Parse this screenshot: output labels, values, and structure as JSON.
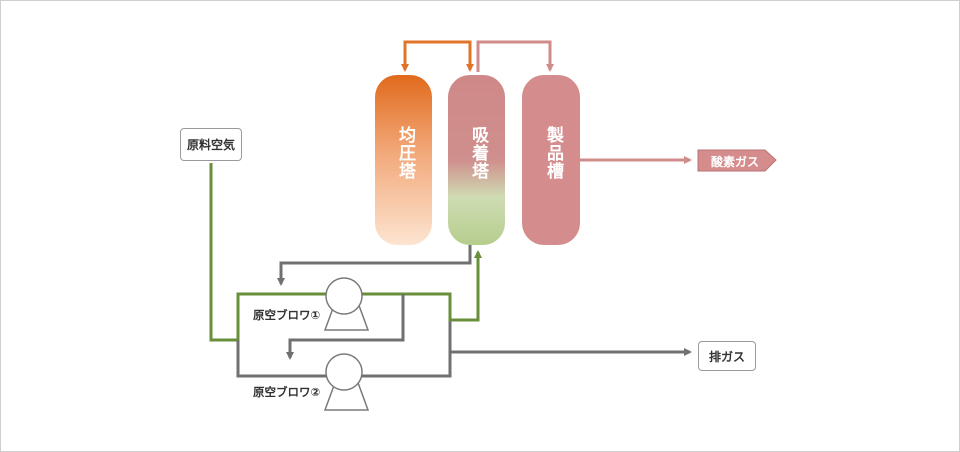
{
  "towers": {
    "equalizer": "均圧塔",
    "adsorber": "吸着塔",
    "product_tank": "製品槽"
  },
  "inputs": {
    "feed_air": "原料空気"
  },
  "outputs": {
    "oxygen_gas": "酸素ガス",
    "exhaust_gas": "排ガス"
  },
  "blowers": {
    "blower1": "原空ブロワ①",
    "blower2": "原空ブロワ②"
  },
  "colors": {
    "orange": "#e0752a",
    "pink": "#d08b8b",
    "green_line": "#6a8f3a",
    "gray_line": "#707070",
    "product": "#d48c8d"
  }
}
